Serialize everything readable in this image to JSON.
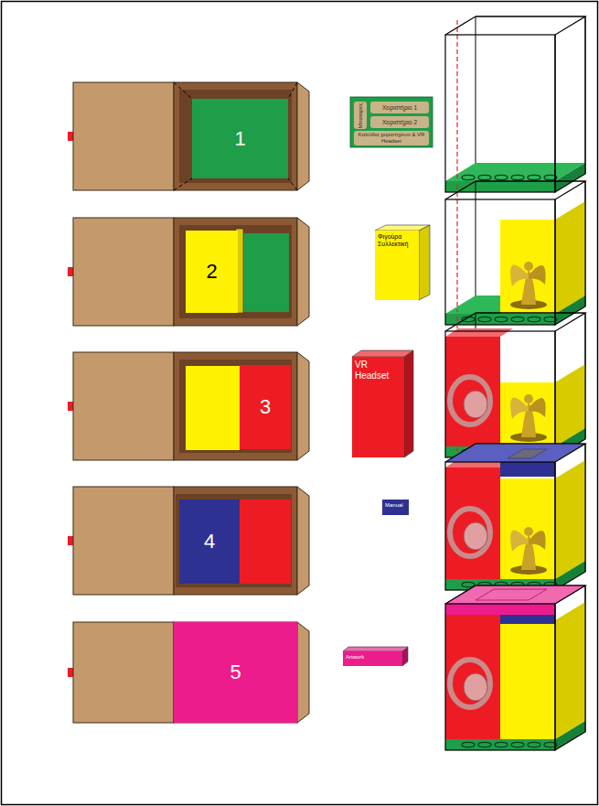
{
  "diagram": {
    "nodes": [
      {
        "text": [
          "1"
        ]
      },
      {
        "text": [
          "Μπαταρίες"
        ]
      },
      {
        "text": [
          "Χειριστήριο 1"
        ]
      },
      {
        "text": [
          "Χειριστήριο 2"
        ]
      },
      {
        "text": [
          "Καλώδια χειριστηρίων & VR Headset"
        ]
      },
      {
        "text": [
          "2"
        ]
      },
      {
        "text": [
          "Φιγούρα Συλλεκτική"
        ]
      },
      {
        "text": [
          "3"
        ]
      },
      {
        "text": [
          "VR Headset"
        ]
      },
      {
        "text": [
          "4"
        ]
      },
      {
        "text": [
          "Manual"
        ]
      },
      {
        "text": [
          "5"
        ]
      },
      {
        "text": [
          "Artwork"
        ]
      }
    ]
  }
}
